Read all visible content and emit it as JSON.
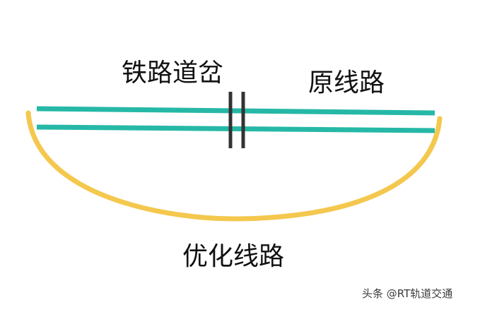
{
  "labels": {
    "switch": "铁路道岔",
    "original_line": "原线路",
    "optimized_line": "优化线路"
  },
  "watermark": "头条 @RT轨道交通",
  "colors": {
    "track": "#26b8a6",
    "curve": "#f4c84e",
    "switch_marks": "#333333",
    "text": "#111111",
    "background": "#ffffff"
  }
}
